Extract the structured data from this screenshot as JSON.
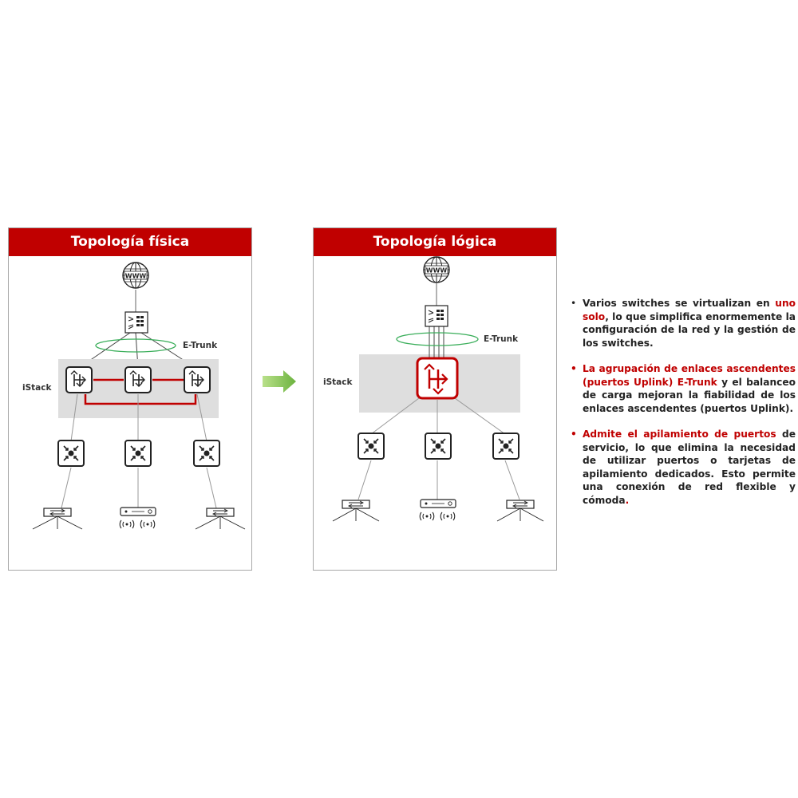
{
  "panels": {
    "physical": {
      "title": "Topología física",
      "istack_label": "iStack",
      "etrunk_label": "E-Trunk",
      "www_label": "WWW"
    },
    "logical": {
      "title": "Topología lógica",
      "istack_label": "iStack",
      "etrunk_label": "E-Trunk",
      "www_label": "WWW"
    }
  },
  "bullets": [
    {
      "parts": [
        {
          "text": "Varios switches se virtualizan en ",
          "hl": false
        },
        {
          "text": "uno solo",
          "hl": true
        },
        {
          "text": ", lo que simplifica enormemente la configuración de la red y la gestión de los switches.",
          "hl": false
        }
      ]
    },
    {
      "parts": [
        {
          "text": "La agrupación de enlaces ascendentes (puertos Uplink) E-Trunk",
          "hl": true
        },
        {
          "text": " y el balanceo de carga mejoran la fiabilidad de los enlaces ascendentes (puertos Uplink).",
          "hl": false
        }
      ]
    },
    {
      "parts": [
        {
          "text": "Admite el apilamiento de puertos",
          "hl": true
        },
        {
          "text": " de servicio, lo que elimina la necesidad de utilizar puertos o tarjetas de apilamiento dedicados. Esto permite una conexión de red flexible y cómoda",
          "hl": false
        },
        {
          "text": ".",
          "hl": true
        }
      ]
    }
  ],
  "colors": {
    "accent": "#c00000",
    "arrow_green": "#7dc242",
    "stack_gray": "#dedede",
    "etrunk_green": "#3aae5a"
  }
}
